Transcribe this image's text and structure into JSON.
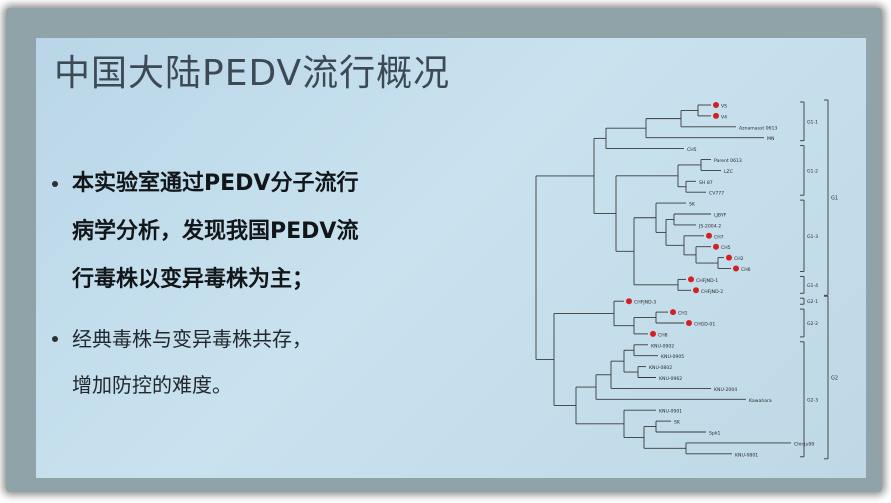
{
  "slide": {
    "title": "中国大陆PEDV流行概况",
    "bullets": [
      {
        "lines": [
          "本实验室通过PEDV分子流行",
          "病学分析，发现我国PEDV流",
          "行毒株以变异毒株为主；"
        ],
        "bold": true
      },
      {
        "lines": [
          "经典毒株与变异毒株共存，",
          "增加防控的难度。"
        ],
        "bold": false
      }
    ]
  },
  "tree": {
    "highlight_color": "#d42020",
    "line_color": "#3a3a3a",
    "taxa": [
      {
        "label": "VS",
        "marked": true
      },
      {
        "label": "V4",
        "marked": true
      },
      {
        "label": "Aznamasst 0613",
        "marked": false
      },
      {
        "label": "MN",
        "marked": false
      },
      {
        "label": "CH5",
        "marked": false
      },
      {
        "label": "Parent 0613",
        "marked": false
      },
      {
        "label": "LZC",
        "marked": false
      },
      {
        "label": "SH 87",
        "marked": false
      },
      {
        "label": "CV777",
        "marked": false
      },
      {
        "label": "SK",
        "marked": false
      },
      {
        "label": "LJBYF",
        "marked": false
      },
      {
        "label": "JS-2004-2",
        "marked": false
      },
      {
        "label": "CH7",
        "marked": true
      },
      {
        "label": "CH5",
        "marked": true
      },
      {
        "label": "CH2",
        "marked": true
      },
      {
        "label": "CH6",
        "marked": true
      },
      {
        "label": "CHFJND-1",
        "marked": true
      },
      {
        "label": "CHFJND-2",
        "marked": true
      },
      {
        "label": "CHFJND-3",
        "marked": true
      },
      {
        "label": "CH1",
        "marked": true
      },
      {
        "label": "CHGD-01",
        "marked": true
      },
      {
        "label": "CH8",
        "marked": true
      },
      {
        "label": "KNU-0902",
        "marked": false
      },
      {
        "label": "KNU-0905",
        "marked": false
      },
      {
        "label": "KNU-0802",
        "marked": false
      },
      {
        "label": "KNU-0962",
        "marked": false
      },
      {
        "label": "KNU-2004",
        "marked": false
      },
      {
        "label": "Kawahara",
        "marked": false
      },
      {
        "label": "KNU-0901",
        "marked": false
      },
      {
        "label": "SK",
        "marked": false
      },
      {
        "label": "Spk1",
        "marked": false
      },
      {
        "label": "Chinju99",
        "marked": false
      },
      {
        "label": "KNU-0801",
        "marked": false
      }
    ],
    "groups": [
      {
        "label": "G1-1"
      },
      {
        "label": "G1-2"
      },
      {
        "label": "G1-3"
      },
      {
        "label": "G1-4"
      },
      {
        "label": "G2-1"
      },
      {
        "label": "G2-2"
      },
      {
        "label": "G2-3"
      },
      {
        "label": "G1"
      },
      {
        "label": "G2"
      }
    ]
  }
}
